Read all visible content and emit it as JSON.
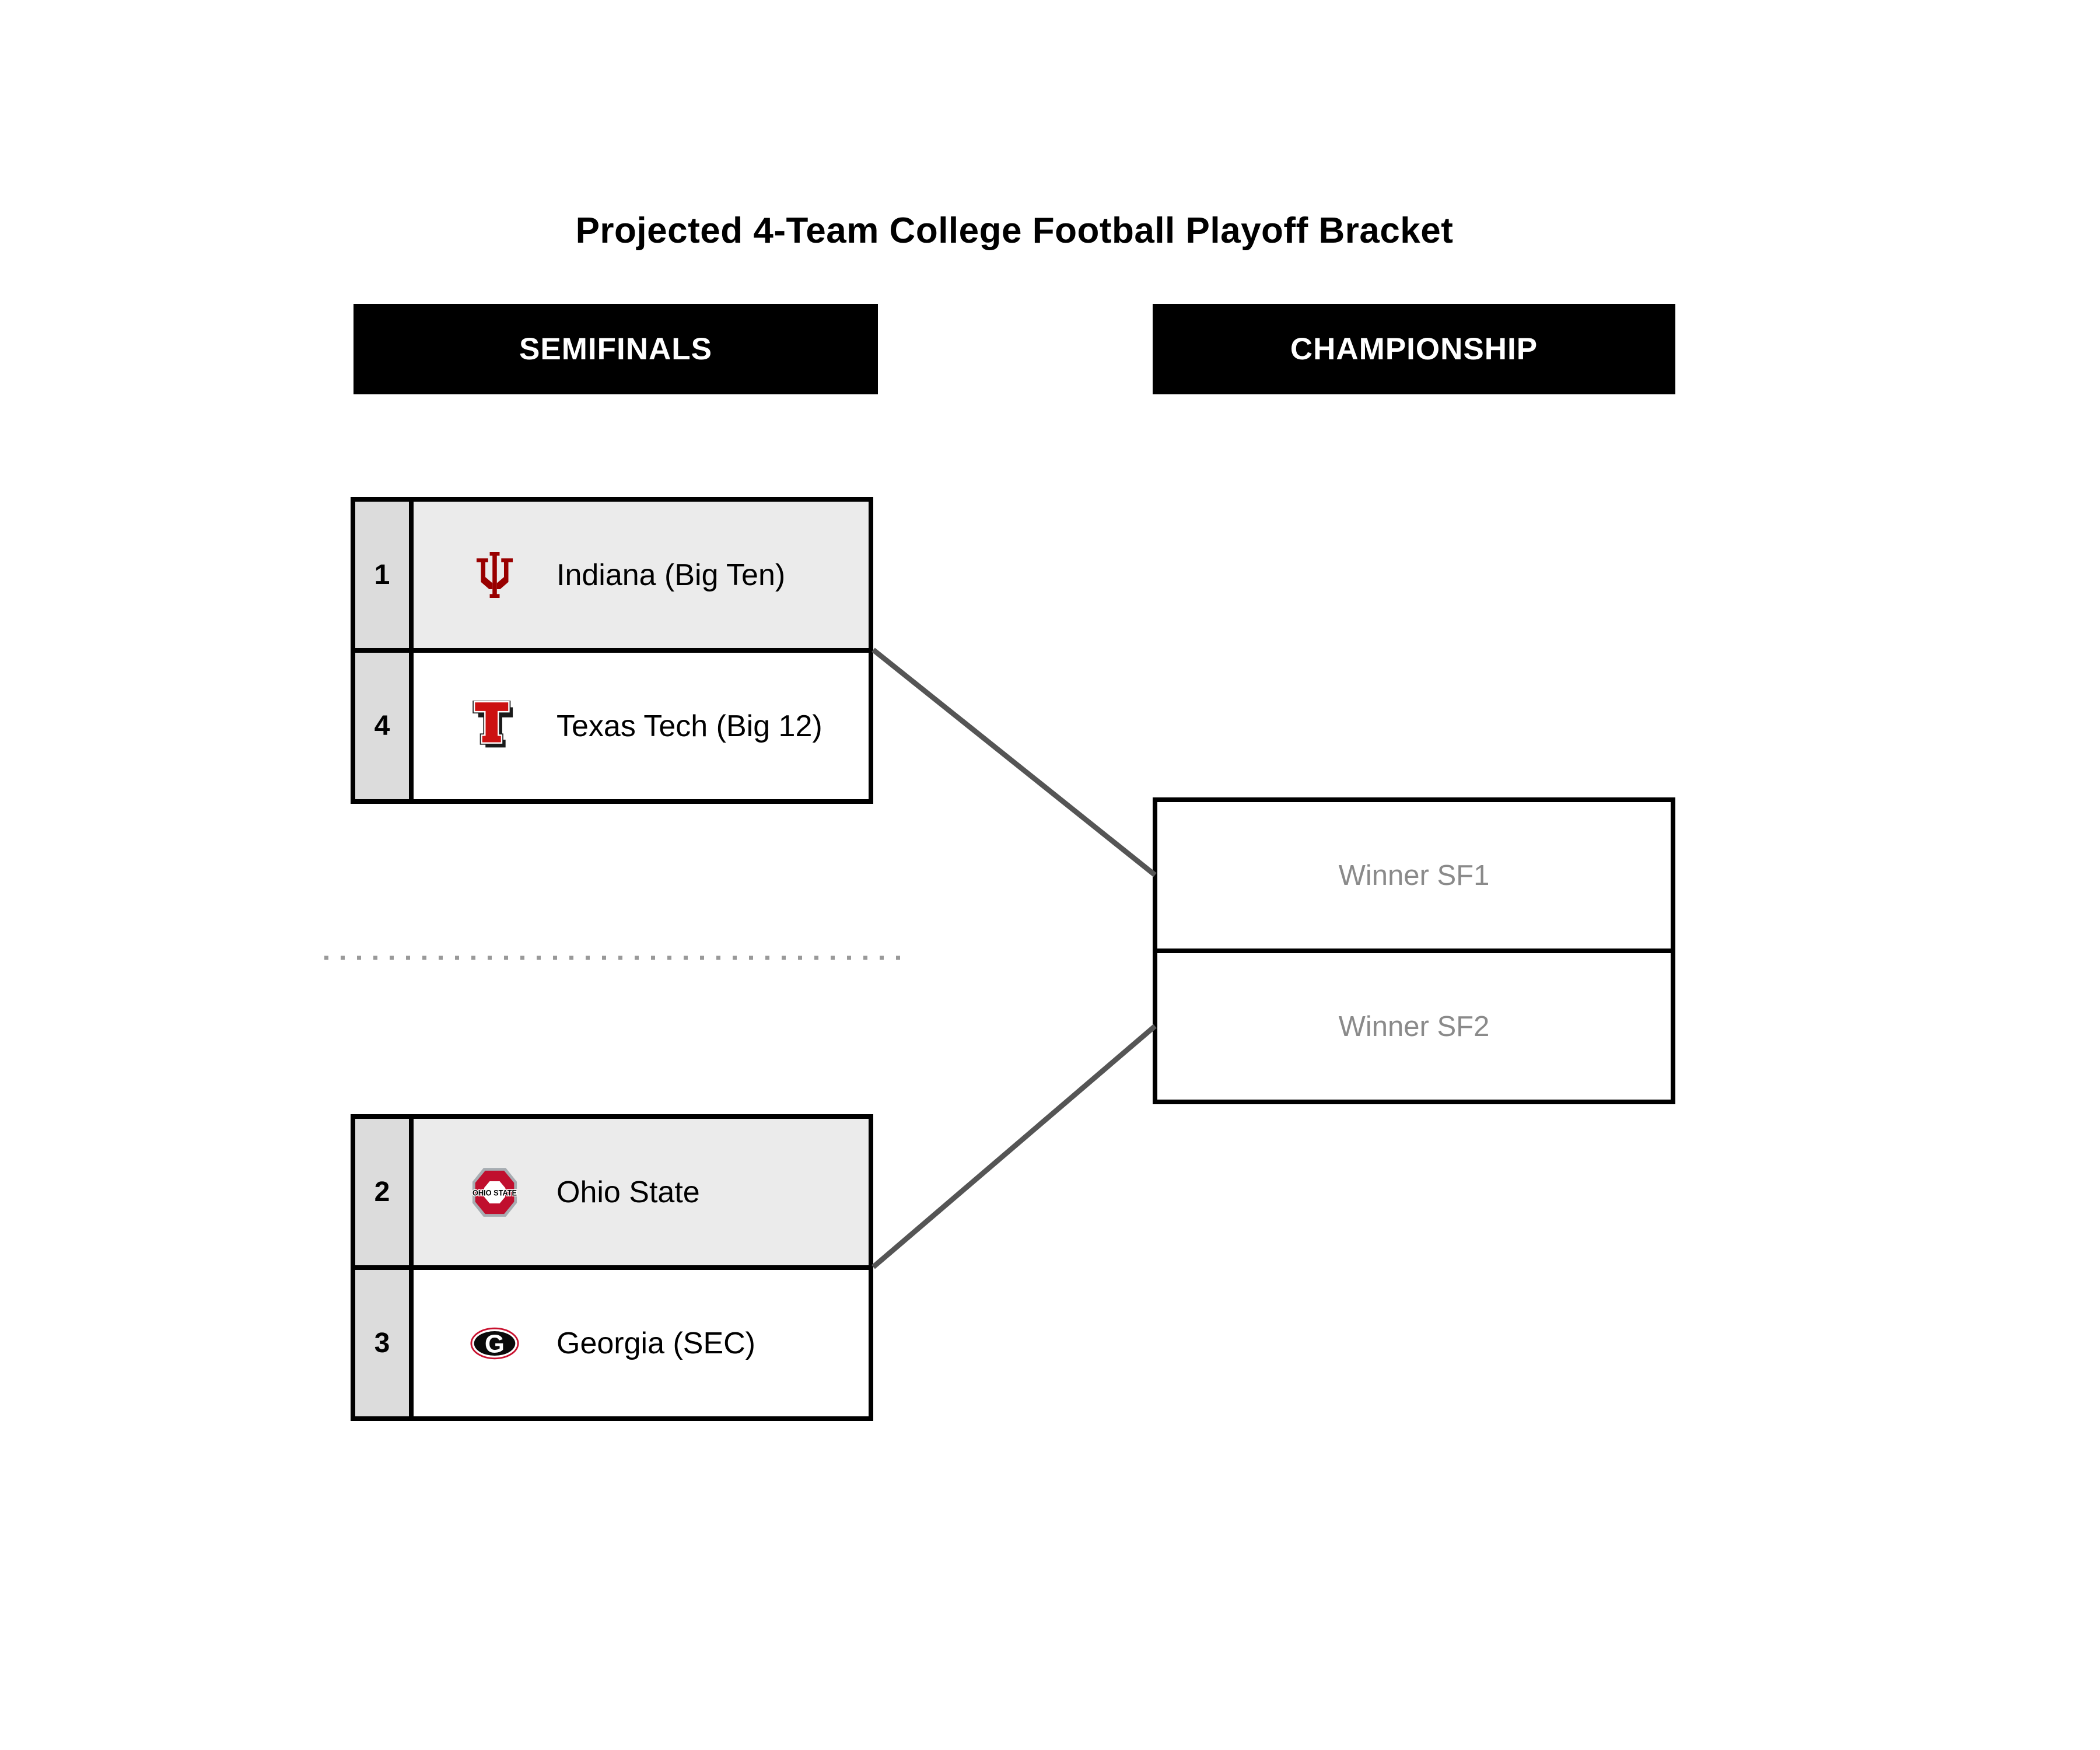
{
  "title": "Projected 4-Team College Football Playoff Bracket",
  "headers": {
    "semifinals": "SEMIFINALS",
    "championship": "CHAMPIONSHIP"
  },
  "semifinal1": {
    "top": {
      "seed": "1",
      "name": "Indiana (Big Ten)",
      "logo": "indiana-iu-trident"
    },
    "bottom": {
      "seed": "4",
      "name": "Texas Tech (Big 12)",
      "logo": "texas-tech-double-t"
    }
  },
  "semifinal2": {
    "top": {
      "seed": "2",
      "name": "Ohio State",
      "logo": "ohio-state-block-o"
    },
    "bottom": {
      "seed": "3",
      "name": "Georgia (SEC)",
      "logo": "georgia-oval-g"
    }
  },
  "championship": {
    "slot1": "Winner SF1",
    "slot2": "Winner SF2"
  },
  "logo_text": {
    "ohio_state": "OHIO STATE",
    "georgia_g": "G"
  },
  "colors": {
    "header_bg": "#000000",
    "header_text": "#ffffff",
    "border_black": "#000000",
    "shaded_row": "#ebebeb",
    "seed_column": "#dcdcdc",
    "connector_gray": "#555555",
    "dotted_divider_gray": "#999999",
    "winner_placeholder_text": "#8a8a8a",
    "indiana_crimson": "#990000",
    "texas_tech_red": "#cc1111",
    "ohio_state_scarlet": "#c00f2e",
    "ohio_state_silver": "#a7adb2",
    "georgia_red": "#c8102e",
    "georgia_black": "#0a0a0a"
  }
}
